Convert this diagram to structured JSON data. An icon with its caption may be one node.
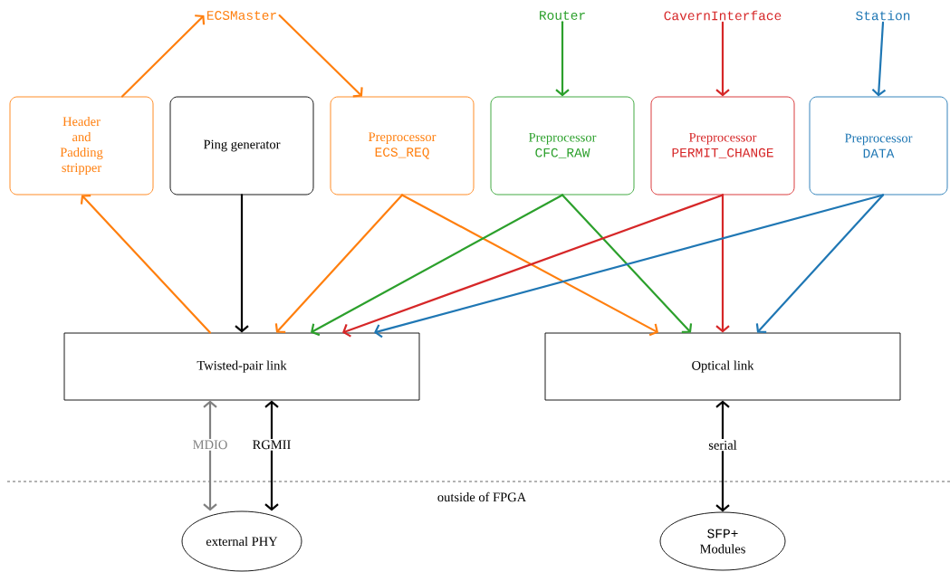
{
  "diagram": {
    "nodes": [
      {
        "text": [
          "ECSMaster"
        ]
      },
      {
        "text": [
          "Router"
        ]
      },
      {
        "text": [
          "CavernInterface"
        ]
      },
      {
        "text": [
          "Station"
        ]
      },
      {
        "text": [
          "Header and Padding stripper"
        ]
      },
      {
        "text": [
          "Ping generator"
        ]
      },
      {
        "text": [
          "Preprocessor",
          "ECS_REQ"
        ]
      },
      {
        "text": [
          "Preprocessor",
          "CFC_RAW"
        ]
      },
      {
        "text": [
          "Preprocessor",
          "PERMIT_CHANGE"
        ]
      },
      {
        "text": [
          "Preprocessor",
          "DATA"
        ]
      },
      {
        "text": [
          "Twisted-pair link"
        ]
      },
      {
        "text": [
          "Optical link"
        ]
      },
      {
        "text": [
          "external PHY"
        ]
      },
      {
        "text": [
          "SFP+",
          "Modules"
        ]
      }
    ],
    "edges": [
      {
        "from": 4,
        "to": 0,
        "arrow": "to",
        "color": "#ff7f0e"
      },
      {
        "from": 0,
        "to": 6,
        "arrow": "to",
        "color": "#ff7f0e"
      },
      {
        "from": 1,
        "to": 7,
        "arrow": "to",
        "color": "#2ca02c"
      },
      {
        "from": 2,
        "to": 8,
        "arrow": "to",
        "color": "#d62728"
      },
      {
        "from": 3,
        "to": 9,
        "arrow": "to",
        "color": "#1f77b4"
      },
      {
        "from": 10,
        "to": 4,
        "arrow": "to",
        "color": "#ff7f0e"
      },
      {
        "from": 5,
        "to": 10,
        "arrow": "to",
        "color": "#000000"
      },
      {
        "from": 6,
        "to": 10,
        "arrow": "to",
        "color": "#ff7f0e"
      },
      {
        "from": 6,
        "to": 11,
        "arrow": "to",
        "color": "#ff7f0e"
      },
      {
        "from": 7,
        "to": 10,
        "arrow": "to",
        "color": "#2ca02c"
      },
      {
        "from": 7,
        "to": 11,
        "arrow": "to",
        "color": "#2ca02c"
      },
      {
        "from": 8,
        "to": 10,
        "arrow": "to",
        "color": "#d62728"
      },
      {
        "from": 8,
        "to": 11,
        "arrow": "to",
        "color": "#d62728"
      },
      {
        "from": 9,
        "to": 10,
        "arrow": "to",
        "color": "#1f77b4"
      },
      {
        "from": 9,
        "to": 11,
        "arrow": "to",
        "color": "#1f77b4"
      },
      {
        "from": 10,
        "to": 12,
        "arrow": "both",
        "label": "MDIO",
        "color": "#808080"
      },
      {
        "from": 10,
        "to": 12,
        "arrow": "both",
        "label": "RGMII",
        "color": "#000000"
      },
      {
        "from": 11,
        "to": 13,
        "arrow": "both",
        "label": "serial",
        "color": "#000000"
      }
    ],
    "labels": [
      "outside of FPGA"
    ]
  }
}
